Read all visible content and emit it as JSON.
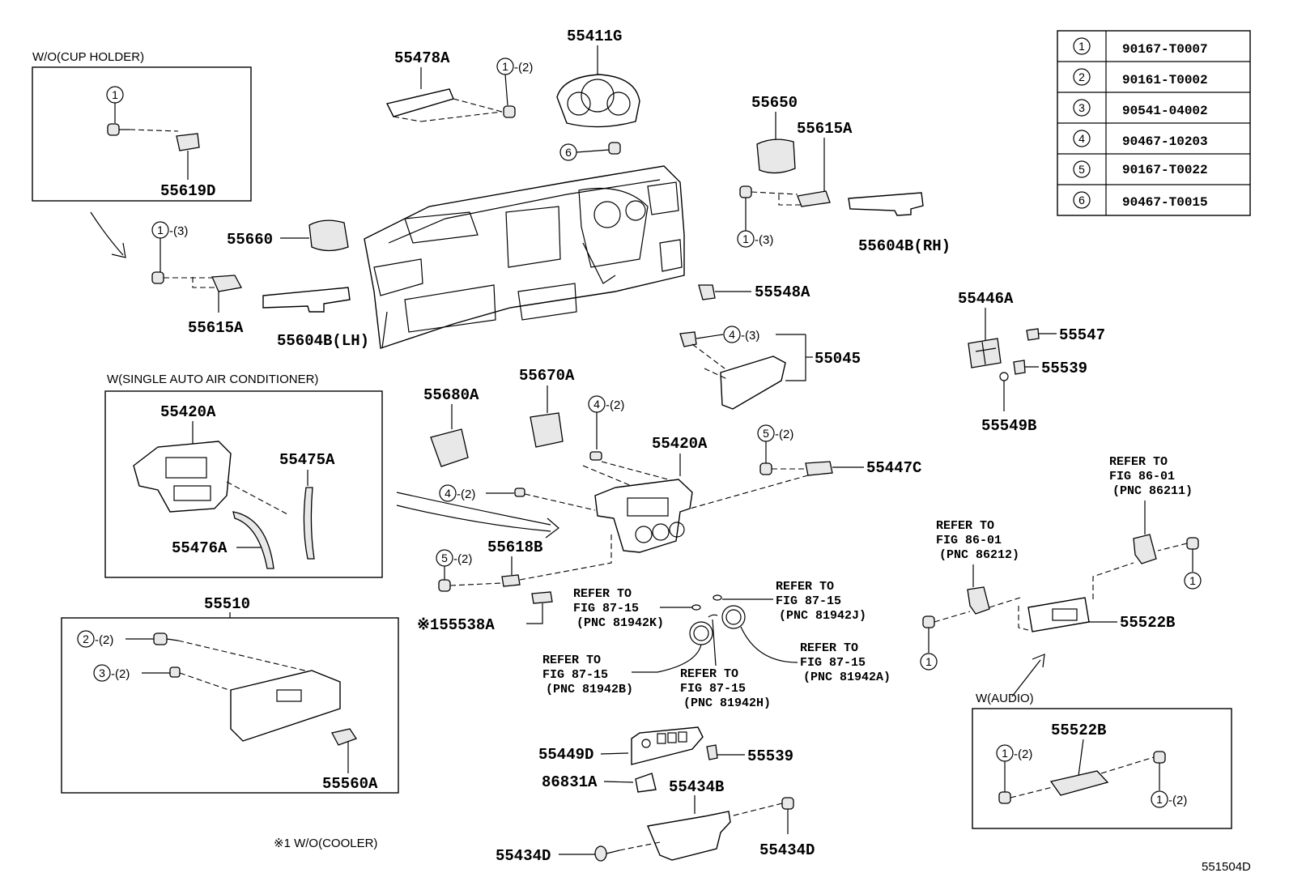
{
  "captions": {
    "wo_cup_holder": "W/O(CUP HOLDER)",
    "w_single_auto_ac": "W(SINGLE AUTO AIR CONDITIONER)",
    "w_audio": "W(AUDIO)",
    "footnote": "※1 W/O(COOLER)",
    "diagram_id": "551504D"
  },
  "fastener_table": [
    {
      "num": "1",
      "part": "90167-T0007"
    },
    {
      "num": "2",
      "part": "90161-T0002"
    },
    {
      "num": "3",
      "part": "90541-04002"
    },
    {
      "num": "4",
      "part": "90467-10203"
    },
    {
      "num": "5",
      "part": "90167-T0022"
    },
    {
      "num": "6",
      "part": "90467-T0015"
    }
  ],
  "part_labels": {
    "p55411G": "55411G",
    "p55478A": "55478A",
    "p55619D": "55619D",
    "p55660": "55660",
    "p55615A_lh": "55615A",
    "p55604B_lh": "55604B(LH)",
    "p55650": "55650",
    "p55615A_rh": "55615A",
    "p55604B_rh": "55604B(RH)",
    "p55548A": "55548A",
    "p55045": "55045",
    "p55446A": "55446A",
    "p55547": "55547",
    "p55539_top": "55539",
    "p55549B": "55549B",
    "p55420A_box": "55420A",
    "p55475A": "55475A",
    "p55476A": "55476A",
    "p55680A": "55680A",
    "p55670A": "55670A",
    "p55420A": "55420A",
    "p55447C": "55447C",
    "p55618B": "55618B",
    "p55538A": "※155538A",
    "p55510": "55510",
    "p55560A": "55560A",
    "p55522B": "55522B",
    "p55522B_box": "55522B",
    "p55449D": "55449D",
    "p55539_bot": "55539",
    "p86831A": "86831A",
    "p55434B": "55434B",
    "p55434D_left": "55434D",
    "p55434D_right": "55434D"
  },
  "fastener_callouts": [
    {
      "key": "c1",
      "num": "1",
      "qty": ""
    },
    {
      "key": "c2",
      "num": "1",
      "qty": "-(2)"
    },
    {
      "key": "c3",
      "num": "6",
      "qty": ""
    },
    {
      "key": "c4",
      "num": "1",
      "qty": "-(3)"
    },
    {
      "key": "c5",
      "num": "1",
      "qty": "-(3)"
    },
    {
      "key": "c6",
      "num": "4",
      "qty": "-(3)"
    },
    {
      "key": "c7",
      "num": "4",
      "qty": "-(2)"
    },
    {
      "key": "c8",
      "num": "5",
      "qty": "-(2)"
    },
    {
      "key": "c9",
      "num": "4",
      "qty": "-(2)"
    },
    {
      "key": "c10",
      "num": "5",
      "qty": "-(2)"
    },
    {
      "key": "c11",
      "num": "2",
      "qty": "-(2)"
    },
    {
      "key": "c12",
      "num": "3",
      "qty": "-(2)"
    },
    {
      "key": "c13",
      "num": "1",
      "qty": ""
    },
    {
      "key": "c14",
      "num": "1",
      "qty": ""
    },
    {
      "key": "c15",
      "num": "1",
      "qty": "-(2)"
    },
    {
      "key": "c16",
      "num": "1",
      "qty": "-(2)"
    }
  ],
  "references": {
    "r86211": [
      "REFER TO",
      "FIG 86-01",
      "(PNC 86211)"
    ],
    "r86212": [
      "REFER TO",
      "FIG 86-01",
      "(PNC 86212)"
    ],
    "r81942K": [
      "REFER TO",
      "FIG 87-15",
      "(PNC 81942K)"
    ],
    "r81942J": [
      "REFER TO",
      "FIG 87-15",
      "(PNC 81942J)"
    ],
    "r81942B": [
      "REFER TO",
      "FIG 87-15",
      "(PNC 81942B)"
    ],
    "r81942H": [
      "REFER TO",
      "FIG 87-15",
      "(PNC 81942H)"
    ],
    "r81942A": [
      "REFER TO",
      "FIG 87-15",
      "(PNC 81942A)"
    ]
  }
}
